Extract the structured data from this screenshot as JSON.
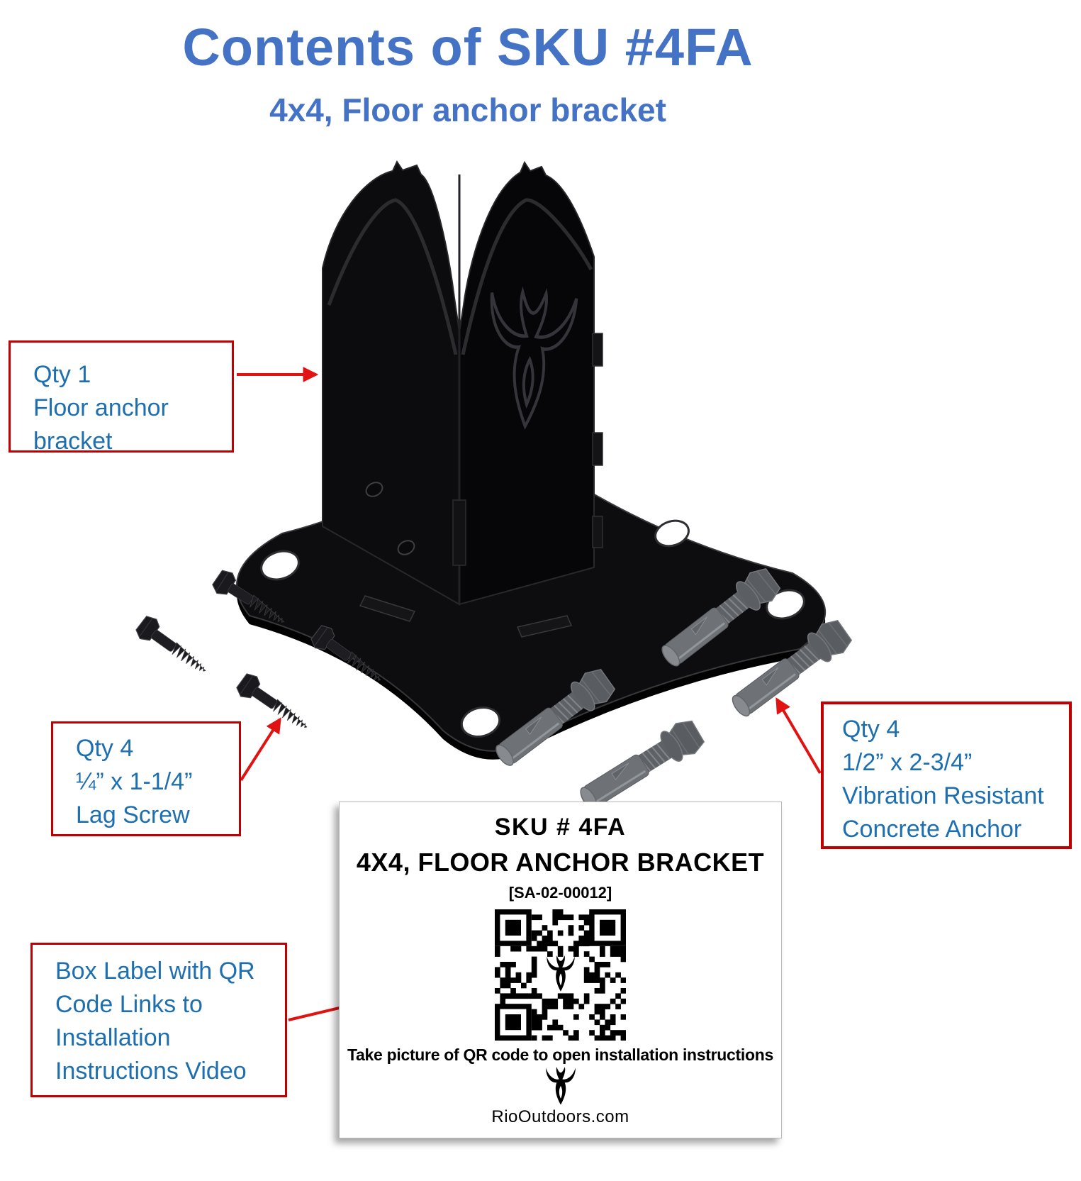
{
  "page": {
    "title": "Contents of SKU #4FA",
    "subtitle": "4x4, Floor anchor bracket"
  },
  "colors": {
    "title_blue": "#4472C4",
    "callout_blue": "#1E6FB0",
    "border_red": "#C00000",
    "arrow_red": "#E01212",
    "bracket_black": "#0B0B0D",
    "hardware_gray": "#6E7276"
  },
  "callouts": [
    {
      "id": "floor-anchor-bracket",
      "lines": [
        "Qty 1",
        "Floor anchor",
        "bracket"
      ],
      "points_to": "floor-anchor-bracket"
    },
    {
      "id": "lag-screw",
      "lines": [
        "Qty 4",
        "¼” x 1-1/4”",
        "Lag Screw"
      ],
      "points_to": "lag-screw"
    },
    {
      "id": "concrete-anchor",
      "lines": [
        "Qty 4",
        "1/2” x 2-3/4”",
        "Vibration Resistant",
        "Concrete Anchor"
      ],
      "points_to": "concrete-anchor"
    },
    {
      "id": "box-label",
      "lines": [
        "Box Label with QR",
        "Code Links to",
        "Installation",
        "Instructions Video"
      ],
      "points_to": "box-label-qr-code"
    }
  ],
  "box_label": {
    "sku": "SKU # 4FA",
    "product": "4X4, FLOOR ANCHOR BRACKET",
    "part_number": "[SA-02-00012]",
    "caption": "Take picture of QR code to open installation instructions",
    "website": "RioOutdoors.com",
    "qr_icon": "qr-code-with-bull-logo",
    "brand_icon": "bull-head-logo"
  },
  "items": {
    "floor_anchor_bracket_qty": 1,
    "lag_screw_qty": 4,
    "concrete_anchor_qty": 4
  }
}
